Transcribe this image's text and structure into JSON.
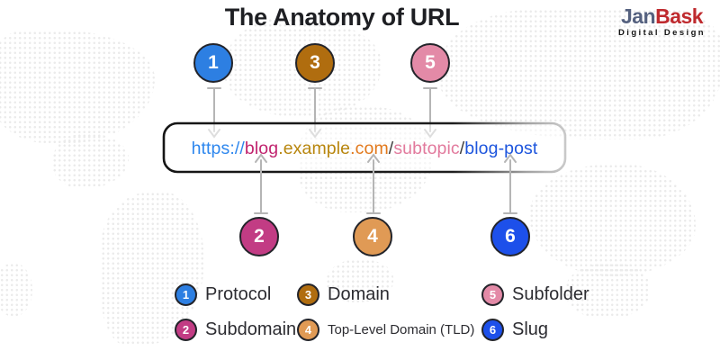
{
  "title": "The Anatomy of URL",
  "logo": {
    "part1": "Jan",
    "part2": "Bask",
    "part1_color": "#55617f",
    "part2_color": "#bf2a2e",
    "subtitle": "Digital Design"
  },
  "url_bar": {
    "full_url": "https://blog.example.com/subtopic/blog-post",
    "segments": [
      {
        "name": "protocol",
        "text": "https://",
        "color": "#2e87ee"
      },
      {
        "name": "subdomain",
        "text": "blog",
        "color": "#c1246f"
      },
      {
        "name": "domain",
        "text": ".example",
        "color": "#b8860e"
      },
      {
        "name": "tld",
        "text": ".com",
        "color": "#e2791c"
      },
      {
        "name": "separator",
        "text": "/",
        "color": "#3d3d3d"
      },
      {
        "name": "subfolder",
        "text": "subtopic",
        "color": "#e27a9d"
      },
      {
        "name": "separator",
        "text": "/",
        "color": "#3d3d3d"
      },
      {
        "name": "slug",
        "text": "blog-post",
        "color": "#1d55dd"
      }
    ]
  },
  "markers": {
    "top": [
      {
        "number": "1",
        "color": "#2d7fe2"
      },
      {
        "number": "3",
        "color": "#b06d0f"
      },
      {
        "number": "5",
        "color": "#e38aa7"
      }
    ],
    "bottom": [
      {
        "number": "2",
        "color": "#c23c84"
      },
      {
        "number": "4",
        "color": "#e09a55"
      },
      {
        "number": "6",
        "color": "#1d50ea"
      }
    ]
  },
  "legend": {
    "items": [
      {
        "number": "1",
        "label": "Protocol",
        "color": "#2d7fe2"
      },
      {
        "number": "2",
        "label": "Subdomain",
        "color": "#c23c84"
      },
      {
        "number": "3",
        "label": "Domain",
        "color": "#b06d0f"
      },
      {
        "number": "4",
        "label": "Top-Level Domain (TLD)",
        "color": "#e09a55"
      },
      {
        "number": "5",
        "label": "Subfolder",
        "color": "#e38aa7"
      },
      {
        "number": "6",
        "label": "Slug",
        "color": "#1d50ea"
      }
    ]
  },
  "colors": {
    "arrow": "#b5b5b5",
    "circle_border": "#23242a",
    "box_stroke_start": "#151515",
    "box_stroke_end": "#c9c9c9"
  }
}
